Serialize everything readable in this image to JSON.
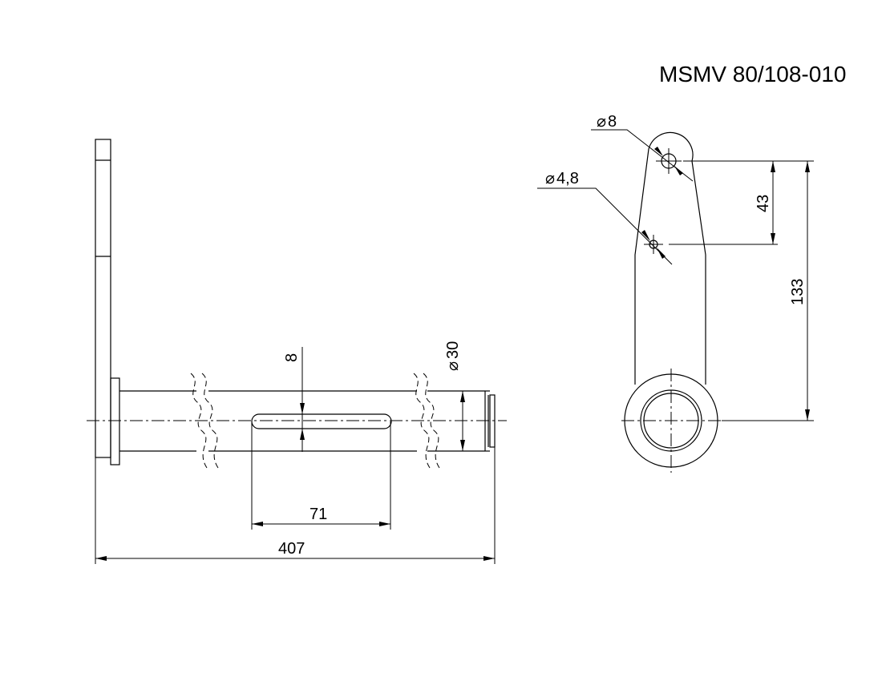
{
  "title": "MSMV 80/108-010",
  "side_view": {
    "dim_slot_width": "8",
    "dim_shaft_diameter": "30",
    "dim_slot_length": "71",
    "dim_total_length": "407"
  },
  "end_view": {
    "dim_hole_large": "8",
    "dim_hole_small": "4,8",
    "dim_hole_spacing": "43",
    "dim_arm_length": "133"
  },
  "diameter_symbol": "⌀"
}
